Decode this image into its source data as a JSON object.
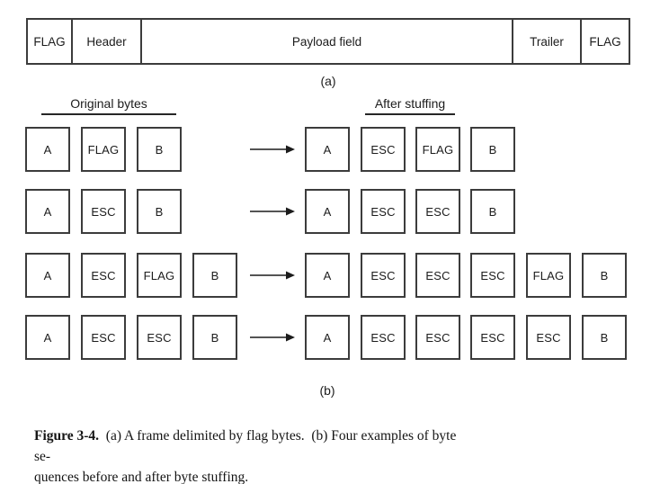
{
  "colors": {
    "background": "#ffffff",
    "box_border": "#3c3c3c",
    "text": "#1c1c1c"
  },
  "frame": {
    "cells": [
      "FLAG",
      "Header",
      "Payload field",
      "Trailer",
      "FLAG"
    ]
  },
  "labels": {
    "a": "(a)",
    "b": "(b)"
  },
  "stuffing": {
    "left_header": "Original bytes",
    "right_header": "After stuffing",
    "rows": [
      {
        "original": [
          "A",
          "FLAG",
          "B"
        ],
        "stuffed": [
          "A",
          "ESC",
          "FLAG",
          "B"
        ]
      },
      {
        "original": [
          "A",
          "ESC",
          "B"
        ],
        "stuffed": [
          "A",
          "ESC",
          "ESC",
          "B"
        ]
      },
      {
        "original": [
          "A",
          "ESC",
          "FLAG",
          "B"
        ],
        "stuffed": [
          "A",
          "ESC",
          "ESC",
          "ESC",
          "FLAG",
          "B"
        ]
      },
      {
        "original": [
          "A",
          "ESC",
          "ESC",
          "B"
        ],
        "stuffed": [
          "A",
          "ESC",
          "ESC",
          "ESC",
          "ESC",
          "B"
        ]
      }
    ]
  },
  "caption": {
    "bold_prefix": "Figure 3-4.",
    "line1_rest": "  (a) A frame delimited by flag bytes.  (b) Four examples of byte se-",
    "line2": "quences before and after byte stuffing."
  }
}
